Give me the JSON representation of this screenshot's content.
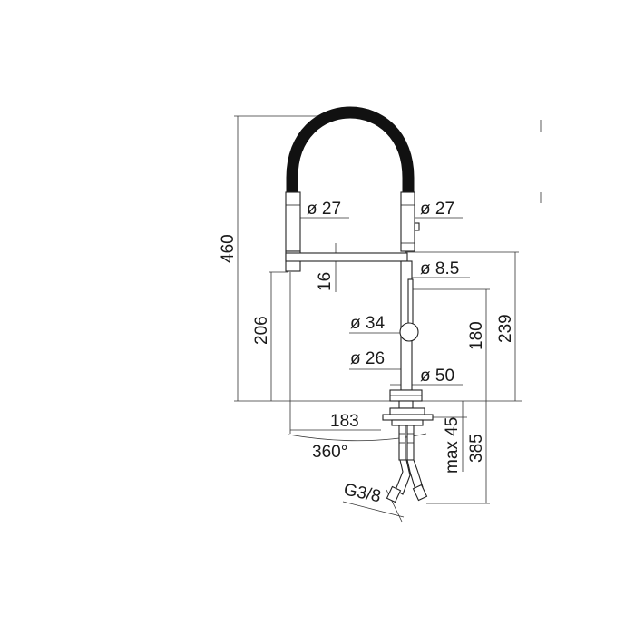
{
  "drawing": {
    "colors": {
      "hose": "#111111",
      "line": "#333333",
      "text": "#1a1a1a",
      "background": "#ffffff"
    },
    "dimensions": {
      "total_height": "460",
      "spout_height": "206",
      "left_head_diameter": "ø 27",
      "right_head_diameter": "ø 27",
      "arm_thickness": "16",
      "rod_diameter": "ø 8.5",
      "handle_diameter": "ø 34",
      "body_diameter": "ø 26",
      "base_diameter": "ø 50",
      "handle_height": "180",
      "arm_height": "239",
      "reach": "183",
      "max_deck_thickness": "max 45",
      "below_deck": "385",
      "rotation": "360°",
      "connection": "G3/8"
    }
  }
}
